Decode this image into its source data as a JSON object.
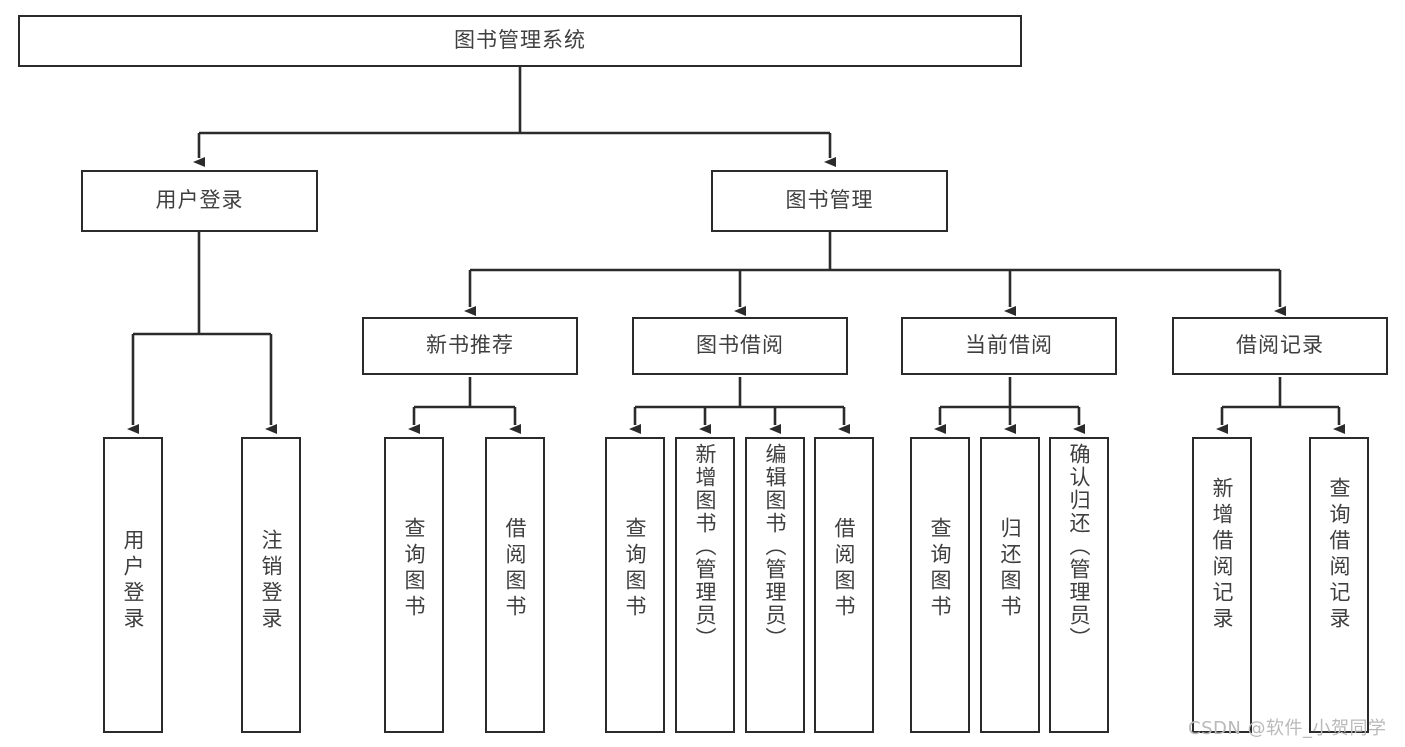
{
  "diagram": {
    "title": "图书管理系统",
    "type": "hierarchy-tree",
    "root": {
      "id": "root",
      "label": "图书管理系统"
    },
    "level2": [
      {
        "id": "user-login",
        "label": "用户登录"
      },
      {
        "id": "book-manage",
        "label": "图书管理"
      }
    ],
    "level3": [
      {
        "id": "new-book-recommend",
        "label": "新书推荐"
      },
      {
        "id": "book-borrow",
        "label": "图书借阅"
      },
      {
        "id": "current-borrow",
        "label": "当前借阅"
      },
      {
        "id": "borrow-record",
        "label": "借阅记录"
      }
    ],
    "leaves": [
      {
        "id": "leaf-user-login",
        "label": "用户登录",
        "parent": "user-login"
      },
      {
        "id": "leaf-logout-login",
        "label": "注销登录",
        "parent": "user-login"
      },
      {
        "id": "leaf-query-book-1",
        "label": "查询图书",
        "parent": "new-book-recommend"
      },
      {
        "id": "leaf-borrow-book-1",
        "label": "借阅图书",
        "parent": "new-book-recommend"
      },
      {
        "id": "leaf-query-book-2",
        "label": "查询图书",
        "parent": "book-borrow"
      },
      {
        "id": "leaf-add-book",
        "label": "新增图书（管理员）",
        "parent": "book-borrow"
      },
      {
        "id": "leaf-edit-book",
        "label": "编辑图书（管理员）",
        "parent": "book-borrow"
      },
      {
        "id": "leaf-borrow-book-2",
        "label": "借阅图书",
        "parent": "book-borrow"
      },
      {
        "id": "leaf-query-book-3",
        "label": "查询图书",
        "parent": "current-borrow"
      },
      {
        "id": "leaf-return-book",
        "label": "归还图书",
        "parent": "current-borrow"
      },
      {
        "id": "leaf-confirm-return",
        "label": "确认归还（管理员）",
        "parent": "current-borrow"
      },
      {
        "id": "leaf-add-record",
        "label": "新增借阅记录",
        "parent": "borrow-record"
      },
      {
        "id": "leaf-query-record",
        "label": "查询借阅记录",
        "parent": "borrow-record"
      }
    ]
  },
  "watermark": {
    "text": "CSDN @软件_小贺同学"
  },
  "colors": {
    "border": "#2b2b2b",
    "text": "#3f3f3f",
    "background": "#ffffff",
    "watermark": "#b9b9b9"
  }
}
